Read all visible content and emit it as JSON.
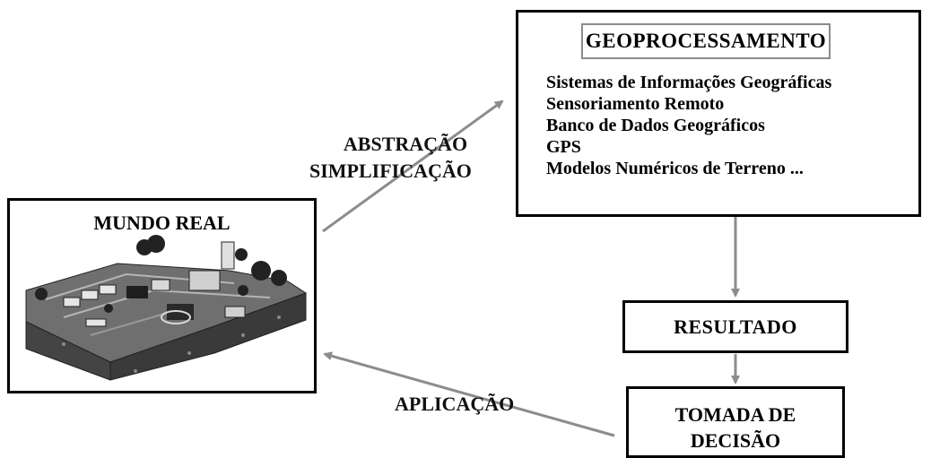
{
  "geoprocessamento": {
    "title": "GEOPROCESSAMENTO",
    "items": [
      "Sistemas de Informações Geográficas",
      "Sensoriamento Remoto",
      "Banco de Dados Geográficos",
      "GPS",
      "Modelos Numéricos de Terreno ..."
    ]
  },
  "mundo_real": {
    "title": "MUNDO REAL"
  },
  "resultado": {
    "label": "RESULTADO"
  },
  "tomada_de_decisao": {
    "line1": "TOMADA DE",
    "line2": "DECISÃO"
  },
  "edges": {
    "abstracao": "ABSTRAÇÃO",
    "simplificacao": "SIMPLIFICAÇÃO",
    "aplicacao": "APLICAÇÃO"
  },
  "colors": {
    "arrow": "#8c8c8c",
    "border": "#000000",
    "title_border": "#8c8c8c"
  }
}
